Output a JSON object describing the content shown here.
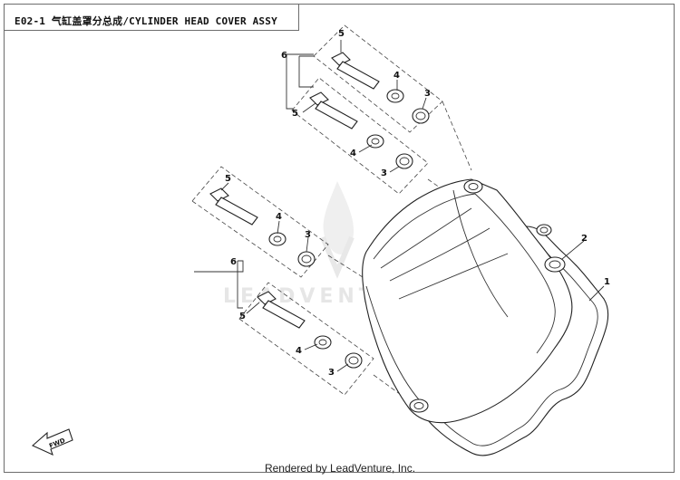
{
  "title": "E02-1 气缸盖罩分总成/CYLINDER HEAD COVER ASSY",
  "footer": "Rendered by LeadVenture, Inc.",
  "watermark": "LEADVENTURE",
  "fwd_label": "FWD",
  "callouts": {
    "c1": "1",
    "c2": "2",
    "c3a": "3",
    "c3b": "3",
    "c3c": "3",
    "c3d": "3",
    "c4a": "4",
    "c4b": "4",
    "c4c": "4",
    "c4d": "4",
    "c5a": "5",
    "c5b": "5",
    "c5c": "5",
    "c5d": "5",
    "c6a": "6",
    "c6b": "6"
  }
}
